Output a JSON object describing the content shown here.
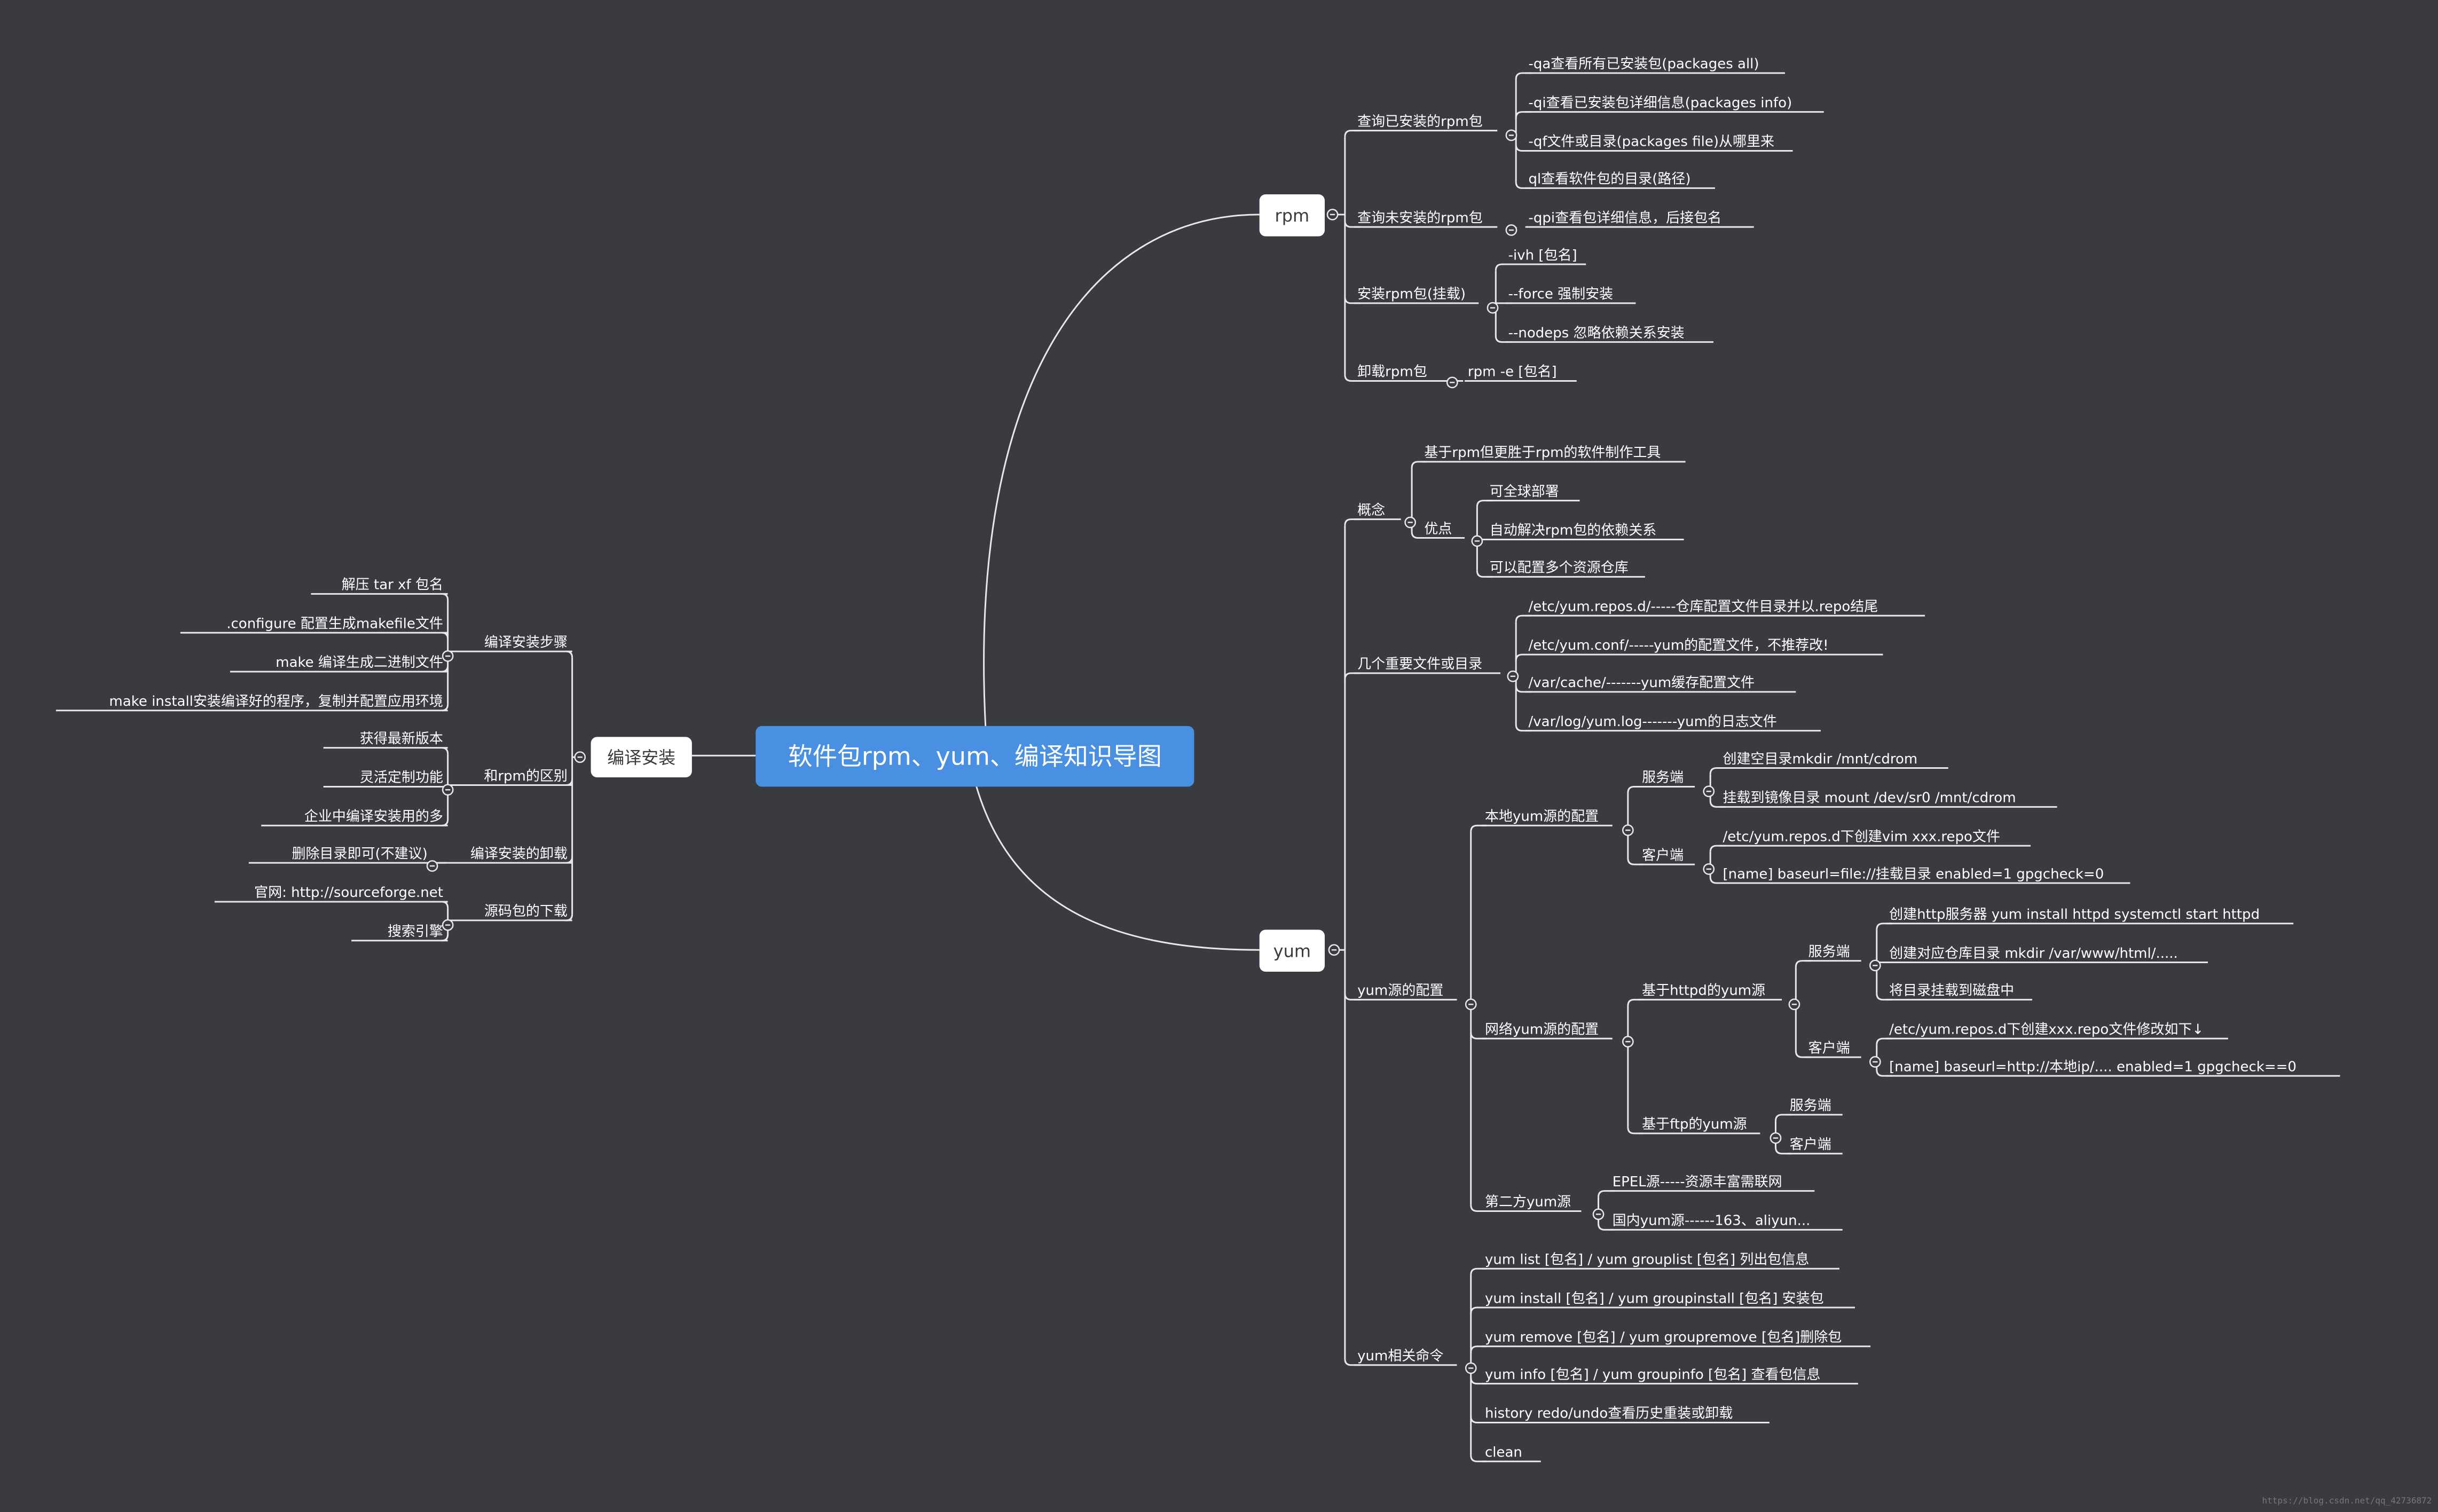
{
  "colors": {
    "background": "#393b40",
    "root_fill": "#4a90e2",
    "main_fill": "#ffffff",
    "line": "#e8e8e8"
  },
  "root": "软件包rpm、yum、编译知识导图",
  "mains": {
    "rpm": "rpm",
    "yum": "yum",
    "compile": "编译安装"
  },
  "rpm": {
    "query_installed": {
      "label": "查询已安装的rpm包",
      "items": [
        "-qa查看所有已安装包(packages all)",
        "-qi查看已安装包详细信息(packages info)",
        "-qf文件或目录(packages file)从哪里来",
        "ql查看软件包的目录(路径)"
      ]
    },
    "query_uninstalled": {
      "label": "查询未安装的rpm包",
      "items": [
        "-qpi查看包详细信息，后接包名"
      ]
    },
    "install": {
      "label": "安装rpm包(挂载)",
      "items": [
        "-ivh [包名]",
        "--force 强制安装",
        "--nodeps 忽略依赖关系安装"
      ]
    },
    "uninstall": {
      "label": "卸载rpm包",
      "items": [
        "rpm -e [包名]"
      ]
    }
  },
  "yum": {
    "concept": {
      "label": "概念",
      "desc": "基于rpm但更胜于rpm的软件制作工具",
      "adv_label": "优点",
      "advantages": [
        "可全球部署",
        "自动解决rpm包的依赖关系",
        "可以配置多个资源仓库"
      ]
    },
    "files": {
      "label": "几个重要文件或目录",
      "items": [
        "/etc/yum.repos.d/-----仓库配置文件目录并以.repo结尾",
        "/etc/yum.conf/-----yum的配置文件，不推荐改!",
        "/var/cache/-------yum缓存配置文件",
        "/var/log/yum.log-------yum的日志文件"
      ]
    },
    "config": {
      "label": "yum源的配置",
      "local": {
        "label": "本地yum源的配置",
        "server": {
          "label": "服务端",
          "items": [
            "创建空目录mkdir /mnt/cdrom",
            "挂载到镜像目录 mount /dev/sr0 /mnt/cdrom"
          ]
        },
        "client": {
          "label": "客户端",
          "items": [
            "/etc/yum.repos.d下创建vim xxx.repo文件",
            "[name]  baseurl=file://挂载目录  enabled=1 gpgcheck=0"
          ]
        }
      },
      "network": {
        "label": "网络yum源的配置",
        "httpd": {
          "label": "基于httpd的yum源",
          "server": {
            "label": "服务端",
            "items": [
              "创建http服务器 yum install httpd systemctl start httpd",
              "创建对应仓库目录 mkdir /var/www/html/.....",
              "将目录挂载到磁盘中"
            ]
          },
          "client": {
            "label": "客户端",
            "items": [
              "/etc/yum.repos.d下创建xxx.repo文件修改如下↓",
              "[name]  baseurl=http://本地ip/....    enabled=1  gpgcheck==0"
            ]
          }
        },
        "ftp": {
          "label": "基于ftp的yum源",
          "items": [
            "服务端",
            "客户端"
          ]
        }
      },
      "third": {
        "label": "第二方yum源",
        "items": [
          "EPEL源-----资源丰富需联网",
          "国内yum源------163、aliyun..."
        ]
      }
    },
    "commands": {
      "label": "yum相关命令",
      "items": [
        "yum list [包名] / yum grouplist [包名]  列出包信息",
        "yum install [包名] / yum groupinstall [包名]  安装包",
        "yum remove [包名] / yum groupremove  [包名]删除包",
        "yum info [包名] / yum groupinfo [包名]  查看包信息",
        "history redo/undo查看历史重装或卸载",
        "clean"
      ]
    }
  },
  "compile": {
    "steps": {
      "label": "编译安装步骤",
      "items": [
        "解压 tar xf 包名",
        ".configure 配置生成makefile文件",
        "make  编译生成二进制文件",
        "make install安装编译好的程序，复制并配置应用环境"
      ]
    },
    "diff": {
      "label": "和rpm的区别",
      "items": [
        "获得最新版本",
        "灵活定制功能",
        "企业中编译安装用的多"
      ]
    },
    "uninstall": {
      "label": "编译安装的卸载",
      "items": [
        "删除目录即可(不建议)"
      ]
    },
    "download": {
      "label": "源码包的下载",
      "items": [
        "官网: http://sourceforge.net",
        "搜索引擎"
      ]
    }
  },
  "watermark": "https://blog.csdn.net/qq_42736872"
}
